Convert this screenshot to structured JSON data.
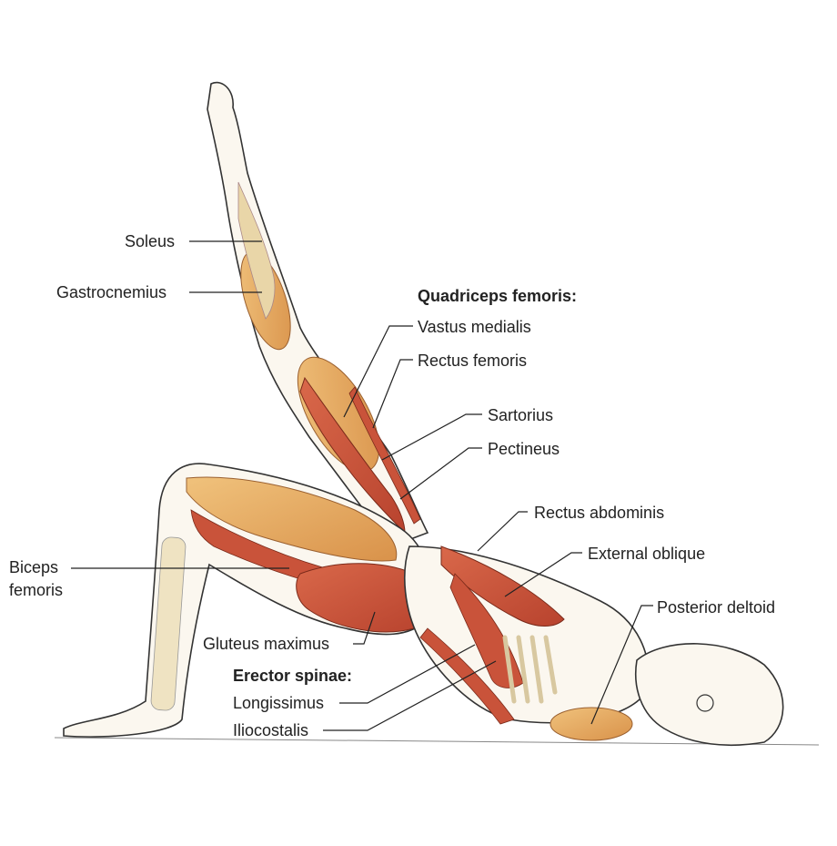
{
  "headings": {
    "quadriceps": "Quadriceps femoris:",
    "erector": "Erector spinae:"
  },
  "labels": {
    "soleus": "Soleus",
    "gastrocnemius": "Gastrocnemius",
    "vastus_medialis": "Vastus medialis",
    "rectus_femoris": "Rectus femoris",
    "sartorius": "Sartorius",
    "pectineus": "Pectineus",
    "rectus_abdominis": "Rectus abdominis",
    "external_oblique": "External oblique",
    "posterior_deltoid": "Posterior deltoid",
    "biceps_femoris_1": "Biceps",
    "biceps_femoris_2": "femoris",
    "gluteus_maximus": "Gluteus maximus",
    "longissimus": "Longissimus",
    "iliocostalis": "Iliocostalis"
  },
  "colors": {
    "muscle_red": "#c9533a",
    "muscle_orange": "#e0a55f",
    "tendon": "#efe3c2",
    "skin_line": "#333333",
    "leader": "#222222"
  }
}
